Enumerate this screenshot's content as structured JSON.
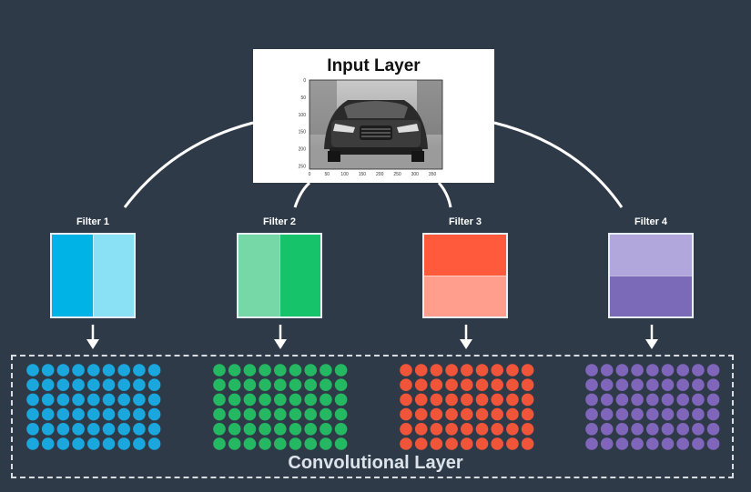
{
  "input_layer": {
    "title": "Input Layer",
    "x_ticks": [
      "0",
      "50",
      "100",
      "150",
      "200",
      "250",
      "300",
      "350"
    ],
    "y_ticks": [
      "0",
      "50",
      "100",
      "150",
      "200",
      "250"
    ]
  },
  "filters": [
    {
      "label": "Filter 1",
      "orientation": "vertical",
      "colors": [
        "#00b3e6",
        "#8ae0f5"
      ],
      "dot_color": "#1aa7dd"
    },
    {
      "label": "Filter 2",
      "orientation": "vertical",
      "colors": [
        "#76d8a6",
        "#17c36a"
      ],
      "dot_color": "#25b862"
    },
    {
      "label": "Filter 3",
      "orientation": "horizontal",
      "colors": [
        "#ff5a3c",
        "#ff9e8c"
      ],
      "dot_color": "#f0553a"
    },
    {
      "label": "Filter 4",
      "orientation": "horizontal",
      "colors": [
        "#b2a7dc",
        "#7b6ab8"
      ],
      "dot_color": "#8066bb"
    }
  ],
  "conv_layer": {
    "label": "Convolutional Layer"
  },
  "colors": {
    "background": "#2f3a48",
    "arc": "#ffffff",
    "dashed_border": "#d8dde3"
  }
}
